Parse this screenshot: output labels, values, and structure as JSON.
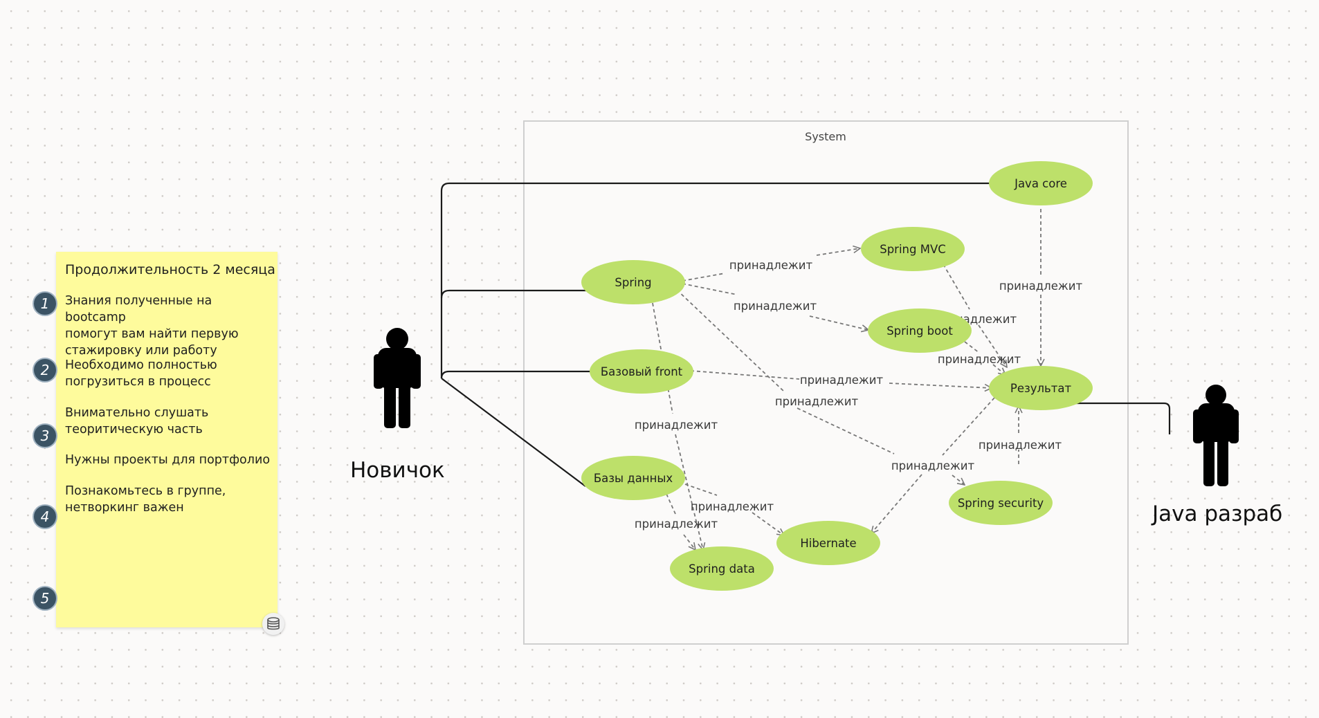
{
  "colors": {
    "canvas_background": "#fbfaf9",
    "sticky_note": "#fefb9c",
    "use_case_fill": "#bde06a",
    "number_badge": "#3b5364",
    "system_boundary_fill": "#fbfaf9",
    "system_boundary_stroke": "#cfcfcf",
    "connector_solid": "#1a1a1a",
    "connector_dashed": "#777777"
  },
  "sticky_note": {
    "title": "Продолжительность 2 месяца",
    "items": [
      "Знания полученные на bootcamp\nпомогут вам найти первую\nстажировку или работу",
      "Необходимо полностью\nпогрузиться в процесс",
      "Внимательно слушать\nтеоритическую часть",
      "Нужны проекты для портфолио",
      "Познакомьтесь в группе,\nнетворкинг важен"
    ],
    "numbers": [
      "1",
      "2",
      "3",
      "4",
      "5"
    ],
    "icon": "database-icon"
  },
  "diagram": {
    "system_label": "System",
    "actors": [
      {
        "id": "novice",
        "label": "Новичок"
      },
      {
        "id": "java_dev",
        "label": "Java разраб"
      }
    ],
    "use_cases": [
      {
        "id": "java_core",
        "label": "Java core"
      },
      {
        "id": "spring_mvc",
        "label": "Spring MVC"
      },
      {
        "id": "spring",
        "label": "Spring"
      },
      {
        "id": "spring_boot",
        "label": "Spring boot"
      },
      {
        "id": "base_front",
        "label": "Базовый front"
      },
      {
        "id": "result",
        "label": "Результат"
      },
      {
        "id": "databases",
        "label": "Базы данных"
      },
      {
        "id": "spring_security",
        "label": "Spring security"
      },
      {
        "id": "hibernate",
        "label": "Hibernate"
      },
      {
        "id": "spring_data",
        "label": "Spring data"
      }
    ],
    "associations": [
      {
        "from": "novice",
        "to": "java_core"
      },
      {
        "from": "novice",
        "to": "spring"
      },
      {
        "from": "novice",
        "to": "base_front"
      },
      {
        "from": "novice",
        "to": "databases"
      },
      {
        "from": "result",
        "to": "java_dev"
      }
    ],
    "dependencies": [
      {
        "from": "spring",
        "to": "spring_mvc",
        "label": "принадлежит"
      },
      {
        "from": "spring",
        "to": "spring_boot",
        "label": "принадлежит"
      },
      {
        "from": "java_core",
        "to": "result",
        "label": "принадлежит"
      },
      {
        "from": "spring_mvc",
        "to": "result",
        "label": "принадлежит"
      },
      {
        "from": "spring_boot",
        "to": "result",
        "label": "принадлежит"
      },
      {
        "from": "base_front",
        "to": "result",
        "label": "принадлежит"
      },
      {
        "from": "spring",
        "to": "spring_security",
        "label": "принадлежит"
      },
      {
        "from": "spring",
        "to": "spring_data",
        "label": "принадлежит"
      },
      {
        "from": "result",
        "to": "hibernate",
        "label": "принадлежит"
      },
      {
        "from": "spring_security",
        "to": "result",
        "label": "принадлежит"
      },
      {
        "from": "databases",
        "to": "hibernate",
        "label": "принадлежит"
      },
      {
        "from": "databases",
        "to": "spring_data",
        "label": "принадлежит"
      }
    ]
  }
}
